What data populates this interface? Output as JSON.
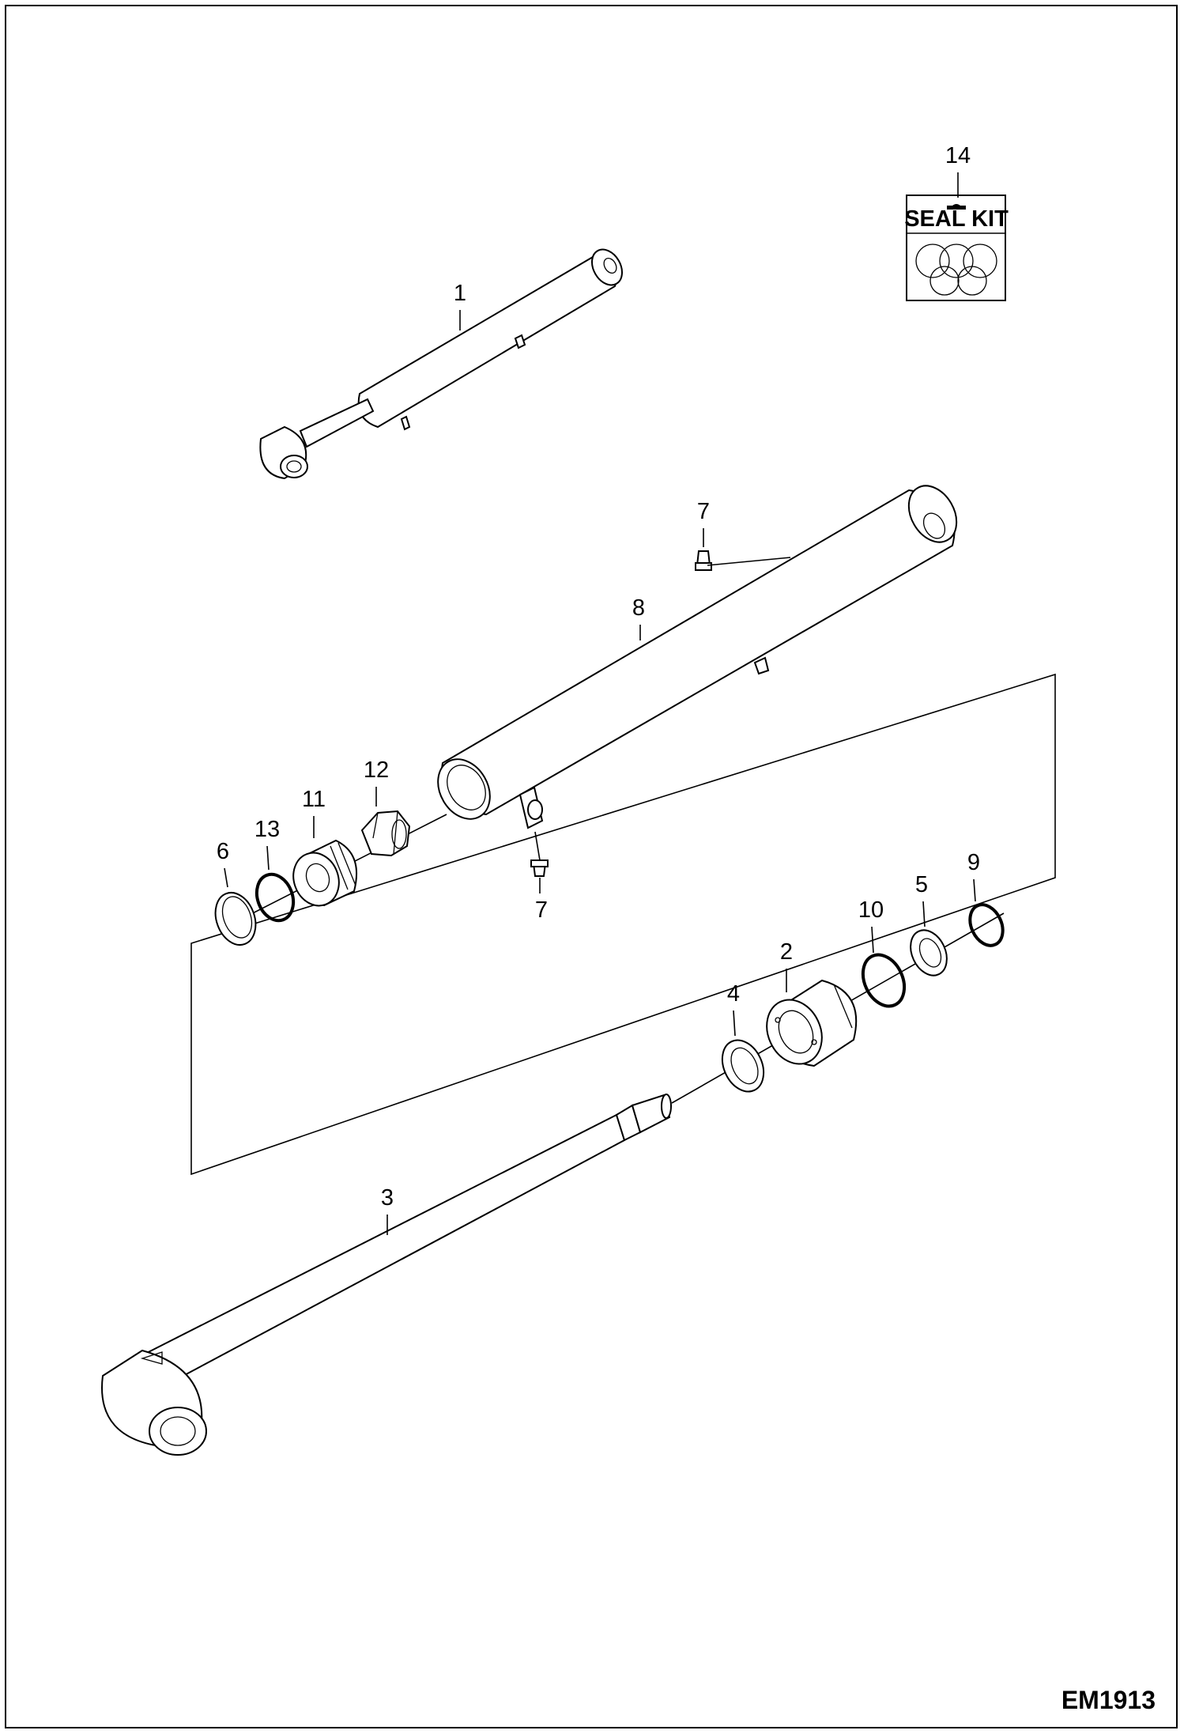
{
  "diagram": {
    "callouts": [
      {
        "id": "c1",
        "text": "1"
      },
      {
        "id": "c2",
        "text": "2"
      },
      {
        "id": "c3",
        "text": "3"
      },
      {
        "id": "c4",
        "text": "4"
      },
      {
        "id": "c5",
        "text": "5"
      },
      {
        "id": "c6",
        "text": "6"
      },
      {
        "id": "c7a",
        "text": "7"
      },
      {
        "id": "c7b",
        "text": "7"
      },
      {
        "id": "c8",
        "text": "8"
      },
      {
        "id": "c9",
        "text": "9"
      },
      {
        "id": "c10",
        "text": "10"
      },
      {
        "id": "c11",
        "text": "11"
      },
      {
        "id": "c12",
        "text": "12"
      },
      {
        "id": "c13",
        "text": "13"
      },
      {
        "id": "c14",
        "text": "14"
      }
    ],
    "seal_kit_label": "SEAL KIT",
    "figure_id": "EM1913"
  }
}
